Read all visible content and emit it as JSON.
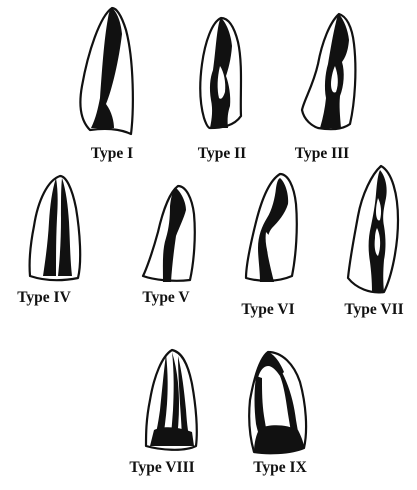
{
  "figure": {
    "labels": {
      "type_1": "Type I",
      "type_2": "Type II",
      "type_3": "Type III",
      "type_4": "Type IV",
      "type_5": "Type V",
      "type_6": "Type VI",
      "type_7": "Type VII",
      "type_8": "Type VIII",
      "type_9": "Type IX"
    }
  }
}
